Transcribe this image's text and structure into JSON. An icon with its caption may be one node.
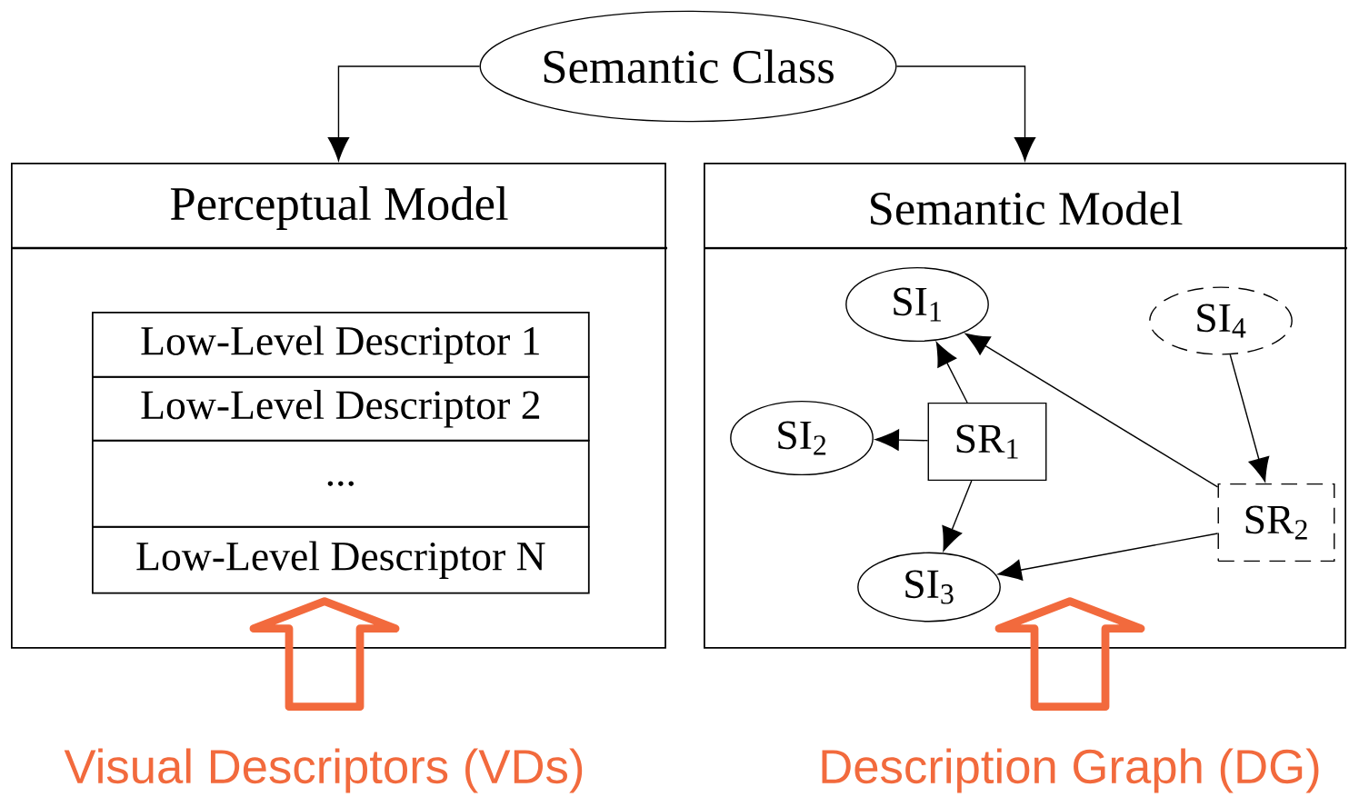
{
  "diagram": {
    "nodes": [
      {
        "text": [
          "Semantic Class"
        ]
      },
      {
        "text": [
          "Perceptual Model"
        ]
      },
      {
        "text": [
          "Semantic Model"
        ]
      },
      {
        "text": [
          "Low-Level Descriptor 1"
        ],
        "in": 1
      },
      {
        "text": [
          "Low-Level Descriptor 2"
        ],
        "in": 1
      },
      {
        "text": [
          "..."
        ],
        "in": 1
      },
      {
        "text": [
          "Low-Level Descriptor N"
        ],
        "in": 1
      },
      {
        "text": [
          "SI$_{1}$"
        ],
        "in": 2
      },
      {
        "text": [
          "SI$_{4}$"
        ],
        "in": 2
      },
      {
        "text": [
          "SI$_{2}$"
        ],
        "in": 2
      },
      {
        "text": [
          "SR$_{1}$"
        ],
        "in": 2
      },
      {
        "text": [
          "SR$_{2}$"
        ],
        "in": 2
      },
      {
        "text": [
          "SI$_{3}$"
        ],
        "in": 2
      },
      {
        "text": [
          "Visual Descriptors (VDs)"
        ]
      },
      {
        "text": [
          "Description Graph (DG)"
        ]
      }
    ],
    "edges": [
      {
        "from": 0,
        "to": 1,
        "arrow": "to"
      },
      {
        "from": 0,
        "to": 2,
        "arrow": "to"
      },
      {
        "from": 10,
        "to": 7,
        "arrow": "to"
      },
      {
        "from": 10,
        "to": 9,
        "arrow": "to"
      },
      {
        "from": 10,
        "to": 12,
        "arrow": "to"
      },
      {
        "from": 8,
        "to": 11,
        "arrow": "to"
      },
      {
        "from": 11,
        "to": 7,
        "arrow": "to"
      },
      {
        "from": 11,
        "to": 12,
        "arrow": "to"
      },
      {
        "from": 13,
        "to": 1,
        "arrow": "to",
        "style": "thick",
        "color": "#f26a3d"
      },
      {
        "from": 14,
        "to": 2,
        "arrow": "to",
        "style": "thick",
        "color": "#f26a3d"
      }
    ]
  }
}
